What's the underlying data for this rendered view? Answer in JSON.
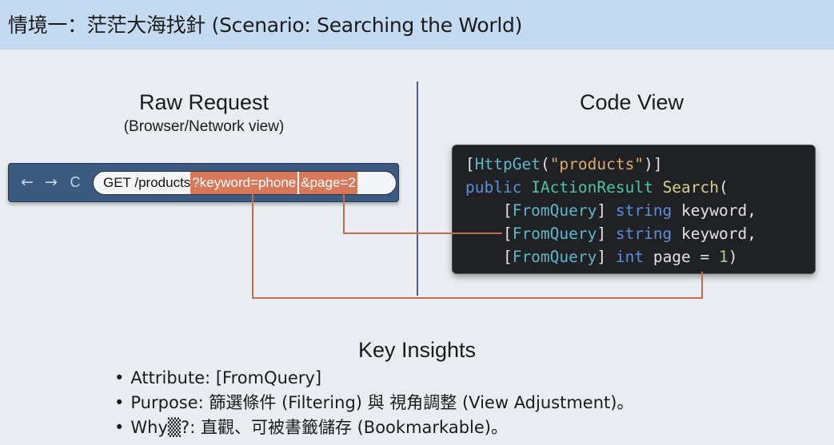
{
  "title": "情境一：茫茫大海找針 (Scenario: Searching the World)",
  "left_panel": {
    "heading": "Raw Request",
    "subheading": "(Browser/Network view)",
    "browser": {
      "nav": [
        "←",
        "→",
        "C"
      ],
      "url_parts": [
        "GET /products",
        "?keyword=phone",
        "&page=2"
      ]
    }
  },
  "right_panel": {
    "heading": "Code View",
    "code_lines": [
      [
        [
          "[",
          "tk-bracket"
        ],
        [
          "HttpGet",
          "tk-attr"
        ],
        [
          "(",
          "tk-bracket"
        ],
        [
          "\"products\"",
          "tk-str"
        ],
        [
          ")]",
          "tk-bracket"
        ]
      ],
      [
        [
          "public ",
          "tk-kw"
        ],
        [
          "IActionResult ",
          "tk-type"
        ],
        [
          "Search",
          "tk-fn"
        ],
        [
          "(",
          "tk-bracket"
        ]
      ],
      [
        [
          "    [",
          "tk-bracket"
        ],
        [
          "FromQuery",
          "tk-attr"
        ],
        [
          "] ",
          "tk-bracket"
        ],
        [
          "string ",
          "tk-kw"
        ],
        [
          "keyword,",
          "tk-bracket"
        ]
      ],
      [
        [
          "    [",
          "tk-bracket"
        ],
        [
          "FromQuery",
          "tk-attr"
        ],
        [
          "] ",
          "tk-bracket"
        ],
        [
          "string ",
          "tk-kw"
        ],
        [
          "keyword,",
          "tk-bracket"
        ]
      ],
      [
        [
          "    [",
          "tk-bracket"
        ],
        [
          "FromQuery",
          "tk-attr"
        ],
        [
          "] ",
          "tk-bracket"
        ],
        [
          "int ",
          "tk-kw"
        ],
        [
          "page = ",
          "tk-bracket"
        ],
        [
          "1",
          "tk-num"
        ],
        [
          ")",
          "tk-bracket"
        ]
      ]
    ]
  },
  "insights": {
    "title": "Key Insights",
    "items": [
      "Attribute: [FromQuery]",
      "Purpose: 篩選條件 (Filtering) 與 視角調整 (View Adjustment)。",
      "Why▒?: 直觀、可被書籤儲存 (Bookmarkable)。"
    ]
  },
  "colors": {
    "title_bar": "#c4daf0",
    "background": "#e9edf1",
    "highlight": "#d7785a",
    "connector": "#c8694c",
    "browser_frame": "#3a5a80",
    "code_background": "#1f2124"
  }
}
